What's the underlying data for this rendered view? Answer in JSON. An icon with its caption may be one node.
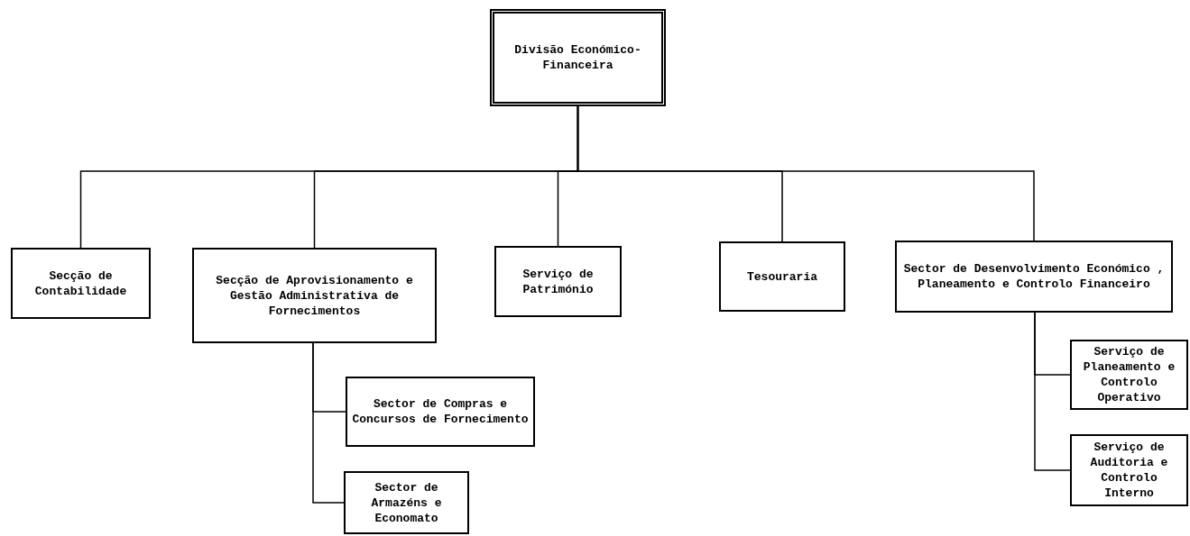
{
  "diagram": {
    "nodes": [
      {
        "text": [
          "Divisão Económico- Financeira"
        ]
      },
      {
        "text": [
          "Secção de Contabilidade"
        ]
      },
      {
        "text": [
          "Secção de Aprovisionamento e Gestão Administrativa de Fornecimentos"
        ]
      },
      {
        "text": [
          "Serviço de Património"
        ]
      },
      {
        "text": [
          "Tesouraria"
        ]
      },
      {
        "text": [
          "Sector de Desenvolvimento Económico , Planeamento e Controlo Financeiro"
        ]
      },
      {
        "text": [
          "Sector de Compras e Concursos de Fornecimento"
        ]
      },
      {
        "text": [
          "Sector de Armazéns e Economato"
        ]
      },
      {
        "text": [
          "Serviço de Planeamento e Controlo Operativo"
        ]
      },
      {
        "text": [
          "Serviço de Auditoria e Controlo Interno"
        ]
      }
    ],
    "edges": [
      {
        "from": 0,
        "to": 1,
        "arrow": "none"
      },
      {
        "from": 0,
        "to": 2,
        "arrow": "none"
      },
      {
        "from": 0,
        "to": 3,
        "arrow": "none"
      },
      {
        "from": 0,
        "to": 4,
        "arrow": "none"
      },
      {
        "from": 0,
        "to": 5,
        "arrow": "none"
      },
      {
        "from": 2,
        "to": 6,
        "arrow": "none"
      },
      {
        "from": 2,
        "to": 7,
        "arrow": "none"
      },
      {
        "from": 5,
        "to": 8,
        "arrow": "none"
      },
      {
        "from": 5,
        "to": 9,
        "arrow": "none"
      }
    ]
  }
}
